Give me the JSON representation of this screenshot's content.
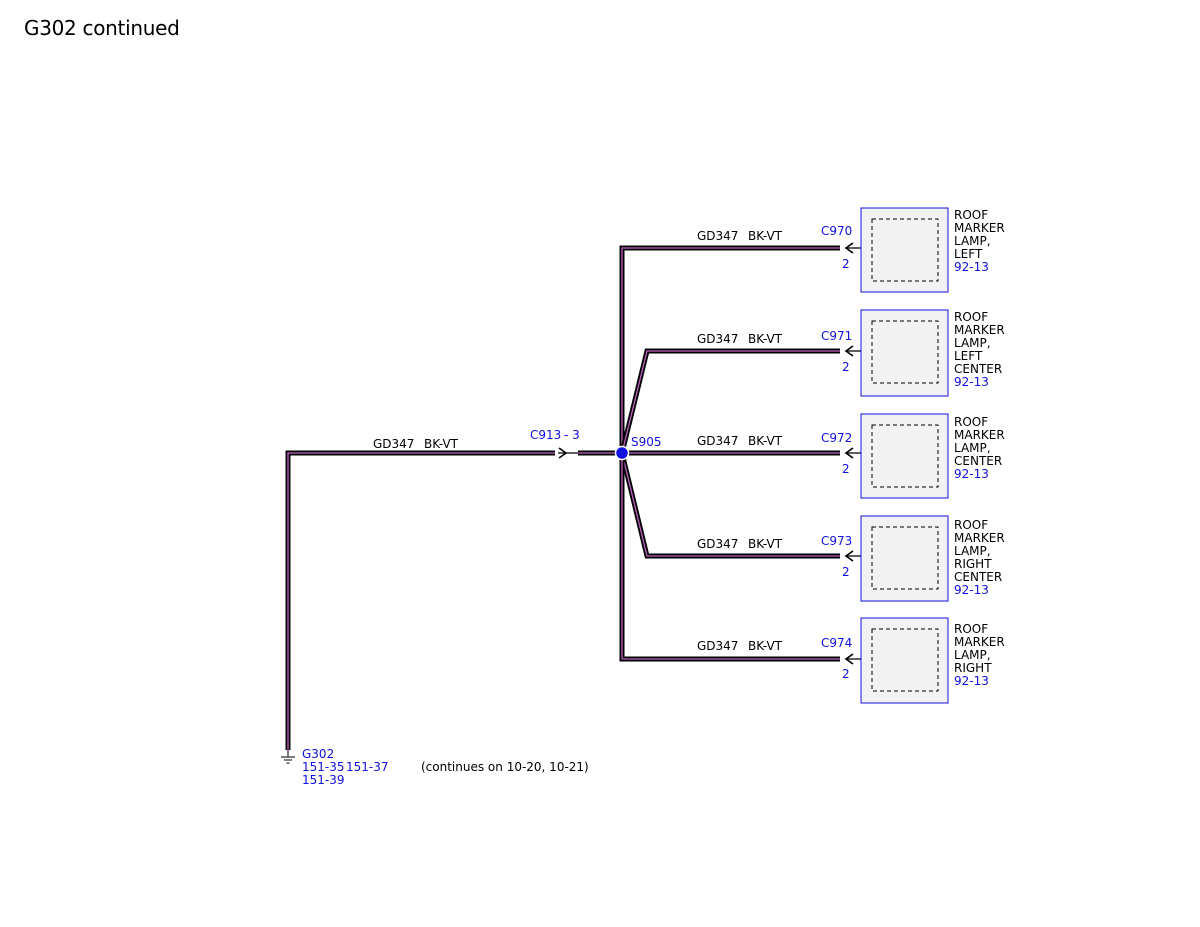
{
  "title": "G302 continued",
  "colors": {
    "wire_outer": "#000000",
    "wire_inner": "#c060c0",
    "link": "#1010e0",
    "splice": "#1010e0",
    "component_fill": "#f2f2f2",
    "component_border": "#1010e0"
  },
  "main_wire": {
    "circuit": "GD347",
    "color_code": "BK-VT",
    "connector": "C913",
    "connector_pin": "- 3"
  },
  "splice": {
    "label": "S905"
  },
  "ground": {
    "label": "G302",
    "refs": [
      "151-35",
      "151-37",
      "151-39"
    ],
    "note": "(continues on 10-20, 10-21)"
  },
  "branches": [
    {
      "circuit": "GD347",
      "color_code": "BK-VT",
      "connector": "C970",
      "pin": "2",
      "component": [
        "ROOF",
        "MARKER",
        "LAMP,",
        "LEFT"
      ],
      "ref": "92-13"
    },
    {
      "circuit": "GD347",
      "color_code": "BK-VT",
      "connector": "C971",
      "pin": "2",
      "component": [
        "ROOF",
        "MARKER",
        "LAMP,",
        "LEFT",
        "CENTER"
      ],
      "ref": "92-13"
    },
    {
      "circuit": "GD347",
      "color_code": "BK-VT",
      "connector": "C972",
      "pin": "2",
      "component": [
        "ROOF",
        "MARKER",
        "LAMP,",
        "CENTER"
      ],
      "ref": "92-13"
    },
    {
      "circuit": "GD347",
      "color_code": "BK-VT",
      "connector": "C973",
      "pin": "2",
      "component": [
        "ROOF",
        "MARKER",
        "LAMP,",
        "RIGHT",
        "CENTER"
      ],
      "ref": "92-13"
    },
    {
      "circuit": "GD347",
      "color_code": "BK-VT",
      "connector": "C974",
      "pin": "2",
      "component": [
        "ROOF",
        "MARKER",
        "LAMP,",
        "RIGHT"
      ],
      "ref": "92-13"
    }
  ]
}
